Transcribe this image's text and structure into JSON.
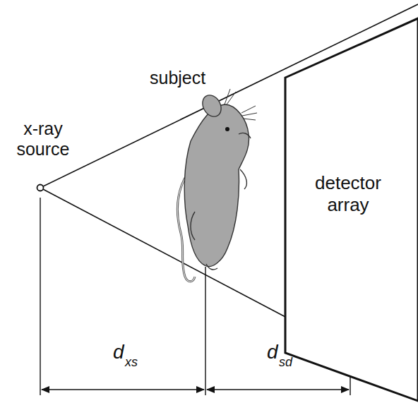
{
  "diagram": {
    "nodes": [
      {
        "text": [
          "detector array"
        ]
      }
    ],
    "labels": [
      "x-ray source",
      "subject",
      "d",
      "xs",
      "d",
      "sd"
    ]
  }
}
